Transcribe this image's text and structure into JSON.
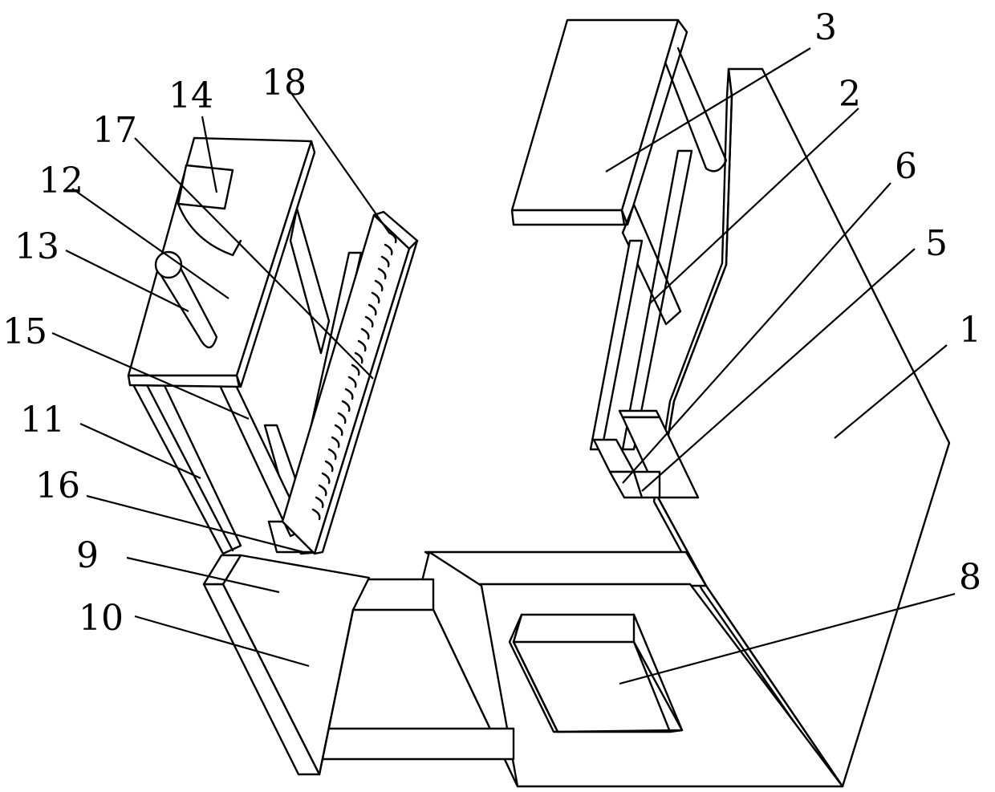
{
  "callouts": {
    "c1": "1",
    "c2": "2",
    "c3": "3",
    "c5": "5",
    "c6": "6",
    "c8": "8",
    "c9": "9",
    "c10": "10",
    "c11": "11",
    "c12": "12",
    "c13": "13",
    "c14": "14",
    "c15": "15",
    "c16": "16",
    "c17": "17",
    "c18": "18"
  }
}
